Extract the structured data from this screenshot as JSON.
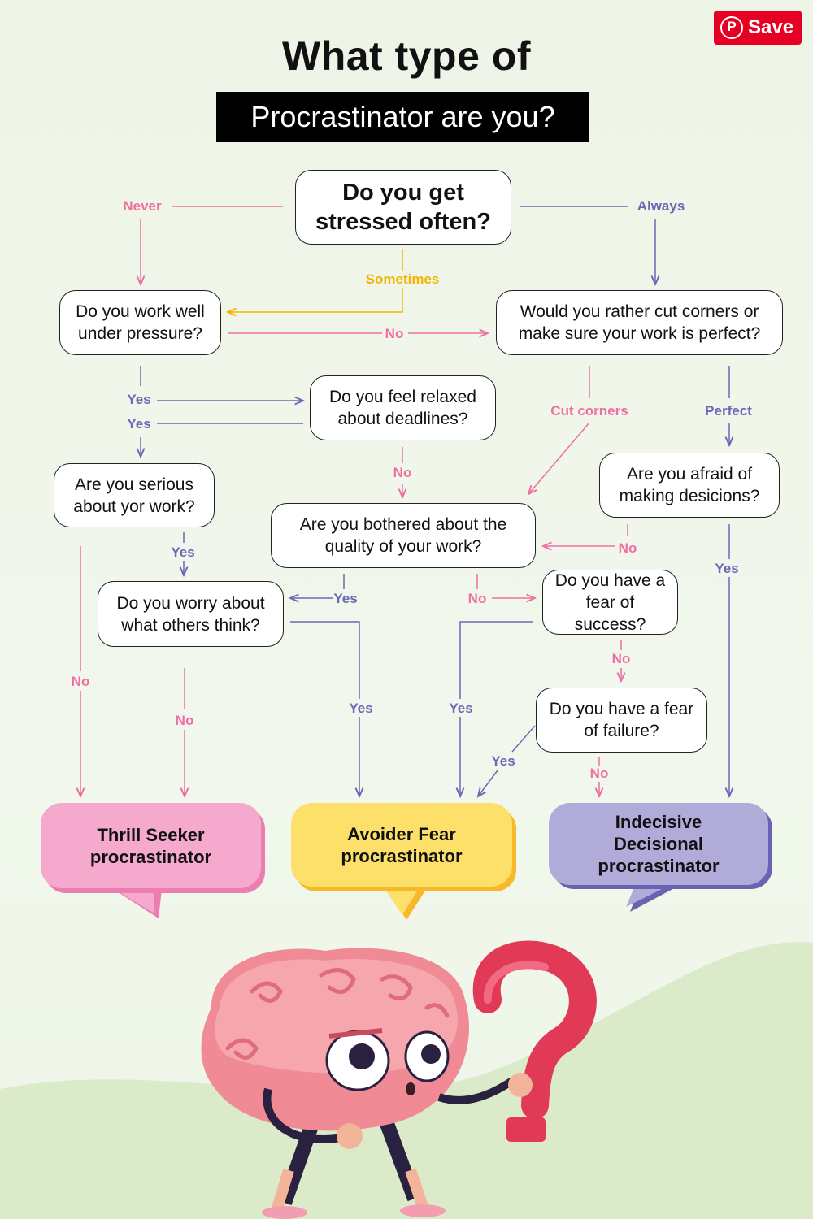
{
  "header": {
    "title_line1": "What type of",
    "title_line2": "Procrastinator are you?"
  },
  "save_button": {
    "label": "Save",
    "icon": "pinterest-icon"
  },
  "questions": {
    "stressed": "Do you get stressed often?",
    "pressure": "Do you work well under pressure?",
    "cut_corners": "Would you rather cut corners or make sure your work is perfect?",
    "relaxed": "Do you feel relaxed about deadlines?",
    "serious": "Are you serious about yor work?",
    "afraid": "Are you afraid of making desicions?",
    "bothered": "Are you bothered about the quality of your work?",
    "worry": "Do you worry about what others think?",
    "success": "Do you have a fear of success?",
    "failure": "Do you have a fear of failure?"
  },
  "labels": {
    "never": "Never",
    "always": "Always",
    "sometimes": "Sometimes",
    "pressure_no": "No",
    "pressure_yes1": "Yes",
    "pressure_yes2": "Yes",
    "cut": "Cut corners",
    "perfect": "Perfect",
    "relaxed_no": "No",
    "serious_yes": "Yes",
    "afraid_no": "No",
    "afraid_yes": "Yes",
    "bothered_yes": "Yes",
    "bothered_no": "No",
    "success_no": "No",
    "serious_no": "No",
    "worry_no": "No",
    "worry_yes": "Yes",
    "success_yes": "Yes",
    "failure_yes": "Yes",
    "failure_no": "No"
  },
  "results": {
    "thrill": "Thrill Seeker procrastinator",
    "avoider": "Avoider Fear procrastinator",
    "indecisive": "Indecisive Decisional procrastinator"
  },
  "colors": {
    "pink": "#ef6fa2",
    "purple": "#6b68b6",
    "yellow": "#f4b400",
    "save": "#e60023"
  }
}
